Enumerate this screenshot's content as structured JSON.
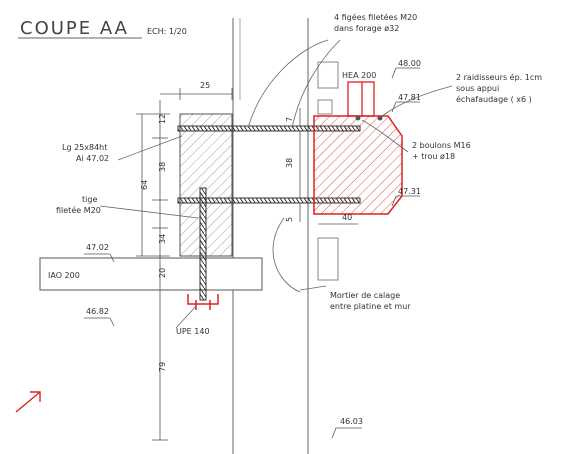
{
  "drawing": {
    "title": "COUPE   AA",
    "scale": "ECH: 1/20",
    "dimensions": {
      "top_width": "25",
      "d12": "12",
      "d38_left": "38",
      "d64": "64",
      "d34": "34",
      "d20": "20",
      "d79": "79",
      "d7": "7",
      "d38_right": "38",
      "d5": "5",
      "d40": "40"
    },
    "levels": {
      "l4800": "48.00",
      "l4781": "47.81",
      "l4731": "47.31",
      "l4702": "47.02",
      "l4682": "46.82",
      "l4603": "46.03"
    },
    "labels": {
      "figees_1": "4 figées filetées M20",
      "figees_2": "dans forage ø32",
      "hea": "HEA 200",
      "raid_1": "2 raidisseurs ép. 1cm",
      "raid_2": "sous appui",
      "raid_3": "échafaudage ( x6 )",
      "boulons_1": "2 boulons M16",
      "boulons_2": "+ trou ø18",
      "lg_1": "Lg 25x84ht",
      "lg_2": "Ai 47.02",
      "tige_1": "tige",
      "tige_2": "filetée M20",
      "iao": "IAO 200",
      "upe": "UPE 140",
      "mortier_1": "Mortier de calage",
      "mortier_2": "entre platine et mur"
    },
    "colors": {
      "line": "#555555",
      "red": "#e02020",
      "hatch": "#777777"
    }
  }
}
